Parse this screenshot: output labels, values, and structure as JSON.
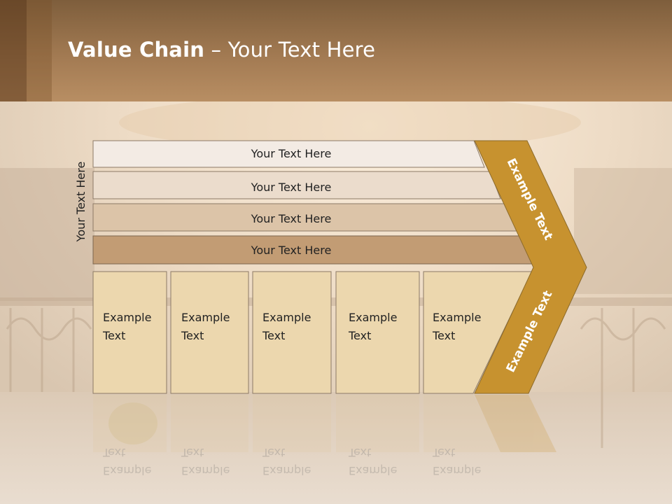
{
  "title": {
    "bold": "Value Chain",
    "rest": " – Your Text Here"
  },
  "side_label": "Your Text Here",
  "support_rows": [
    {
      "label": "Your Text Here",
      "color": "#f3ebe4"
    },
    {
      "label": "Your Text Here",
      "color": "#ebdccc"
    },
    {
      "label": "Your Text Here",
      "color": "#dcc4a8"
    },
    {
      "label": "Your Text Here",
      "color": "#c29c74"
    }
  ],
  "primary_boxes": [
    {
      "line1": "Example",
      "line2": "Text"
    },
    {
      "line1": "Example",
      "line2": "Text"
    },
    {
      "line1": "Example",
      "line2": "Text"
    },
    {
      "line1": "Example",
      "line2": "Text"
    },
    {
      "line1": "Example",
      "line2": "Text"
    }
  ],
  "margin_labels": {
    "top": "Example Text",
    "bottom": "Example Text"
  },
  "colors": {
    "box": "#ecd7ae",
    "arrow": "#c7922f",
    "header": "#a27a52",
    "text": "#3a2a1a"
  }
}
